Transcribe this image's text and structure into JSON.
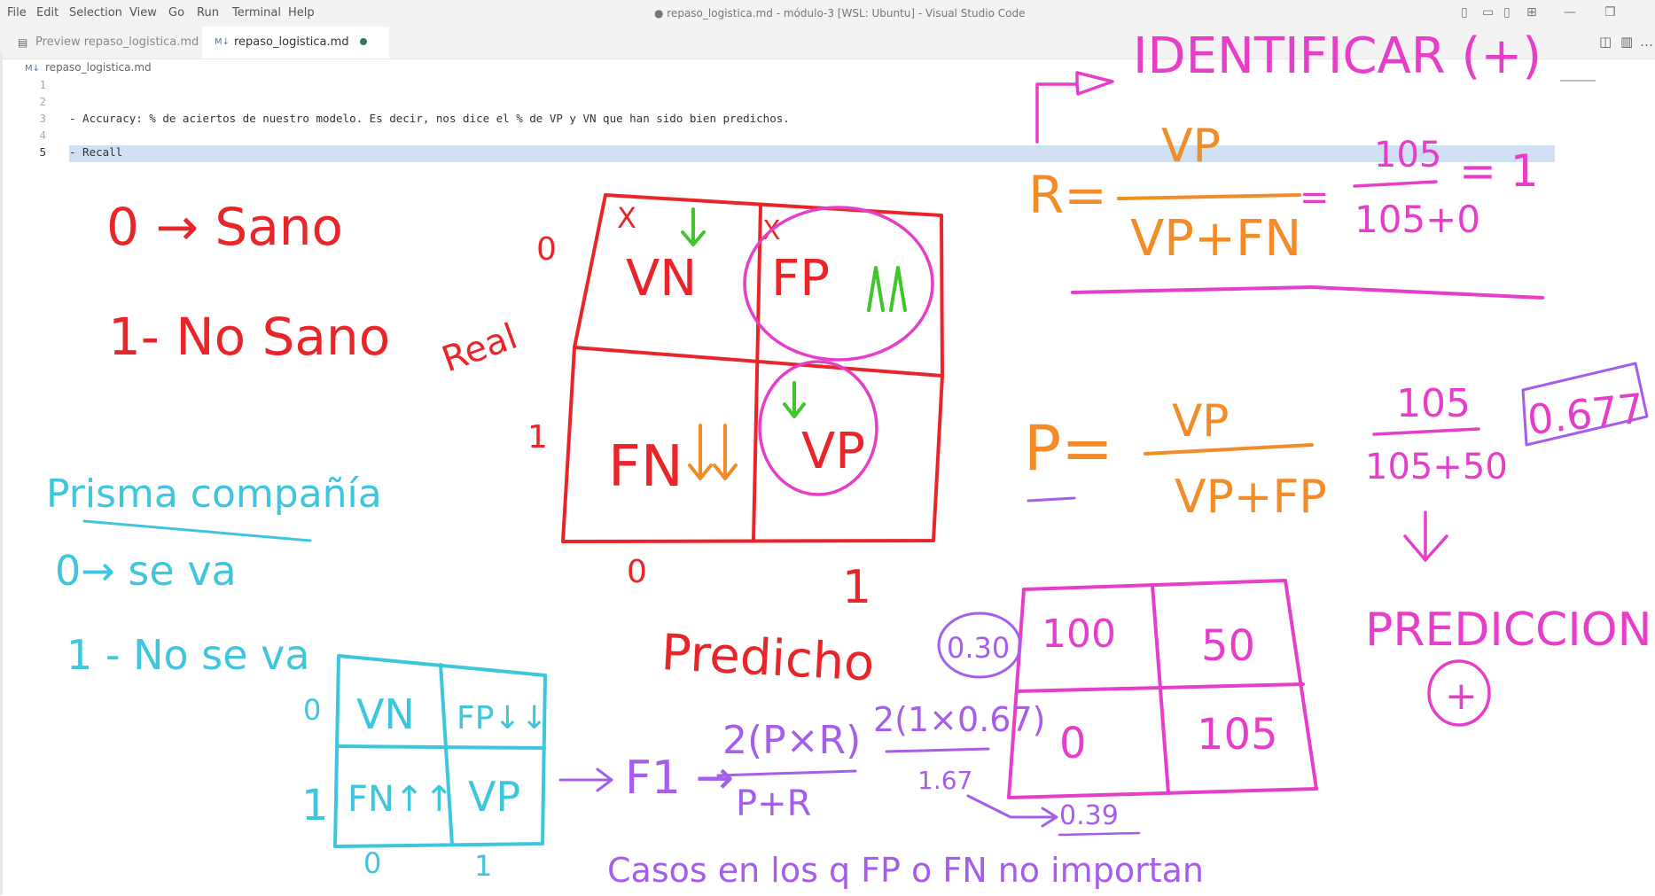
{
  "menu": [
    "File",
    "Edit",
    "Selection",
    "View",
    "Go",
    "Run",
    "Terminal",
    "Help"
  ],
  "window_title": "● repaso_logistica.md - módulo-3 [WSL: Ubuntu] - Visual Studio Code",
  "tabs": [
    {
      "icon": "preview-icon",
      "label": "Preview repaso_logistica.md",
      "active": false
    },
    {
      "icon": "markdown-icon",
      "label": "repaso_logistica.md",
      "active": true,
      "unsaved": true
    }
  ],
  "breadcrumb": {
    "icon": "M↓",
    "file": "repaso_logistica.md"
  },
  "editor": {
    "lines": [
      {
        "number": "1",
        "text": ""
      },
      {
        "number": "2",
        "text": ""
      },
      {
        "number": "3",
        "text": "- Accuracy: % de aciertos de nuestro modelo. Es decir, nos dice el % de VP y VN que han sido bien predichos."
      },
      {
        "number": "4",
        "text": ""
      },
      {
        "number": "5",
        "text": "- Recall",
        "current": true
      }
    ]
  },
  "handwriting": {
    "legend_0": "0 → Sano",
    "legend_1": "1- No Sano",
    "real_label": "Real",
    "matrix_top": {
      "vn": "VN",
      "fp": "FP",
      "fn": "FN",
      "vp": "VP",
      "row0": "0",
      "row1": "1",
      "col0": "0",
      "col1": "1",
      "x1": "X",
      "x2": "X"
    },
    "predicho": "Predicho",
    "prisma_title": "Prisma compañía",
    "prisma_0": "0→ se va",
    "prisma_1": "1 - No se va",
    "matrix_cyan": {
      "vn": "VN",
      "fp": "FP↓↓",
      "fn": "FN↑↑",
      "vp": "VP",
      "row0": "0",
      "row1": "1",
      "col0": "0",
      "col1": "1"
    },
    "identificar": "IDENTIFICAR (+)",
    "recall_formula": {
      "lhs": "R=",
      "num": "VP",
      "den": "VP+FN",
      "eq": "=",
      "num2": "105",
      "den2": "105+0",
      "result": "= 1"
    },
    "precision_formula": {
      "lhs": "P=",
      "num": "VP",
      "den": "VP+FP",
      "num2": "105",
      "den2": "105+50",
      "result": "0.677"
    },
    "prediccion": "PREDICCION",
    "plus": "+",
    "matrix_pink": {
      "tl": "100",
      "tr": "50",
      "bl": "0",
      "br": "105",
      "side": "0.30"
    },
    "f1": {
      "lhs": "F1 →",
      "num": "2(P×R)",
      "den": "P+R",
      "num2": "2(1×0.67)",
      "den2": "1.67",
      "result": "0.39"
    },
    "note": "Casos en los q FP o FN no importan"
  }
}
